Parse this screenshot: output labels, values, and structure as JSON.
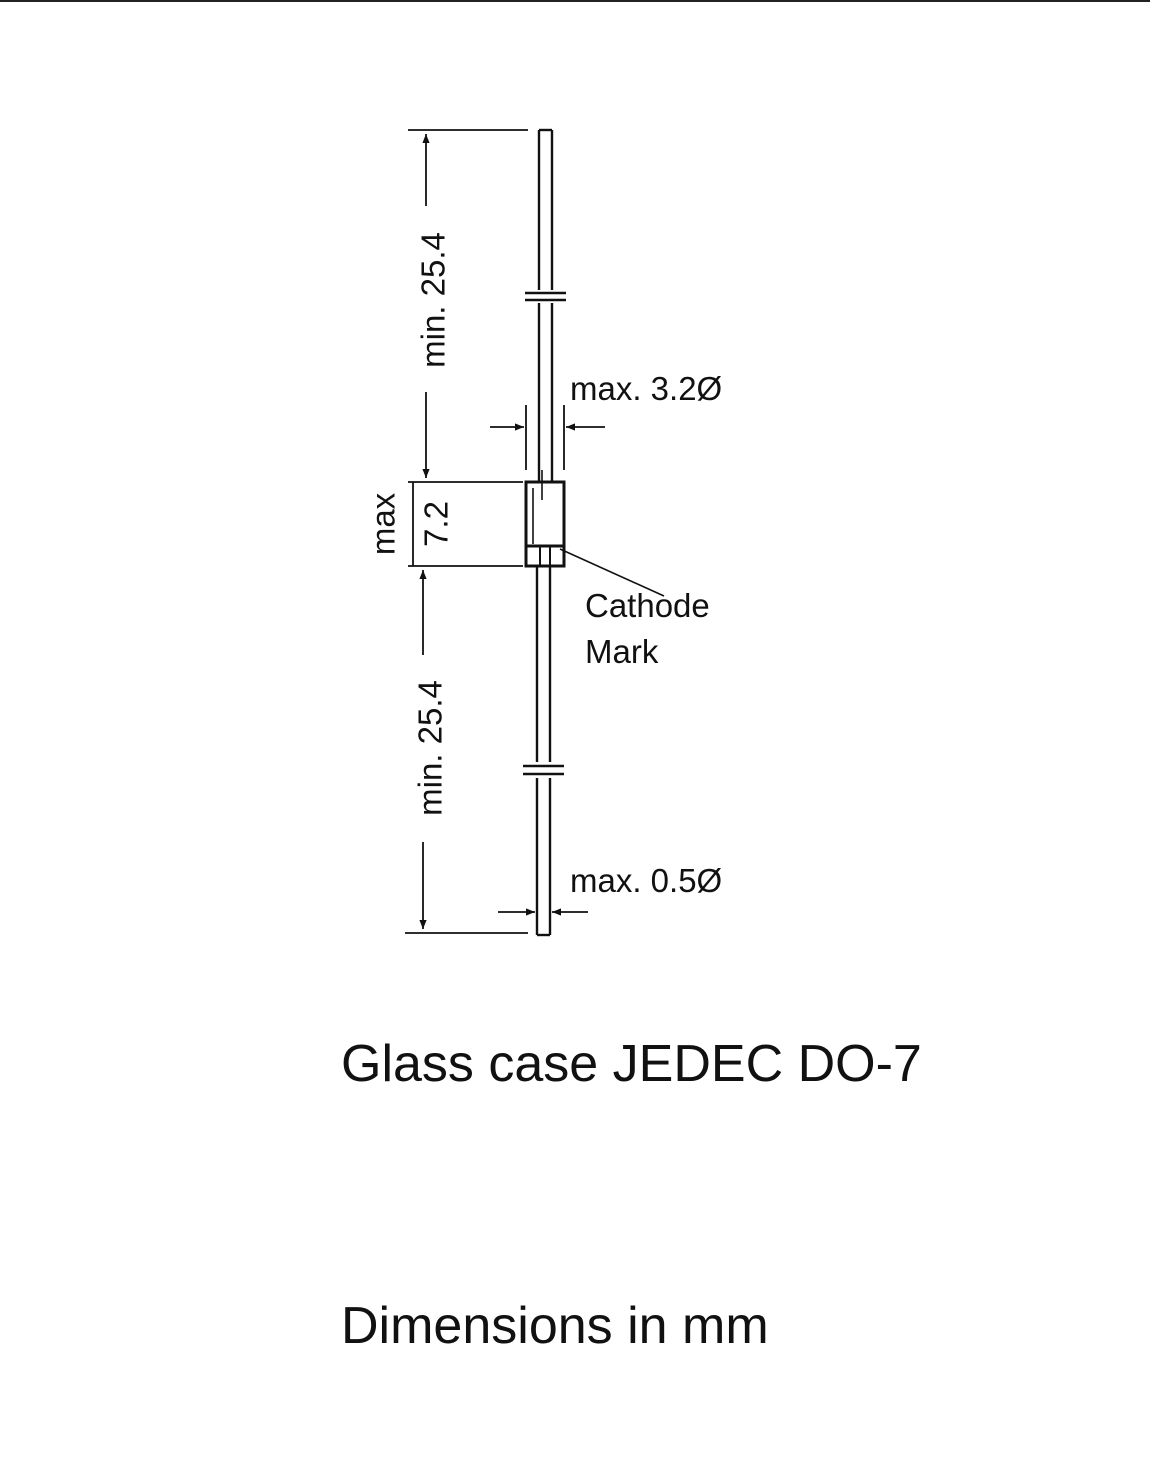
{
  "drawing": {
    "dimensions": {
      "top_lead_length": "min. 25.4",
      "bottom_lead_length": "min. 25.4",
      "body_length_prefix": "max",
      "body_length_value": "7.2",
      "body_diameter": "max. 3.2Ø",
      "lead_diameter": "max. 0.5Ø"
    },
    "cathode_mark_line1": "Cathode",
    "cathode_mark_line2": "Mark"
  },
  "captions": {
    "case": "Glass case JEDEC DO-7",
    "units": "Dimensions in mm"
  }
}
